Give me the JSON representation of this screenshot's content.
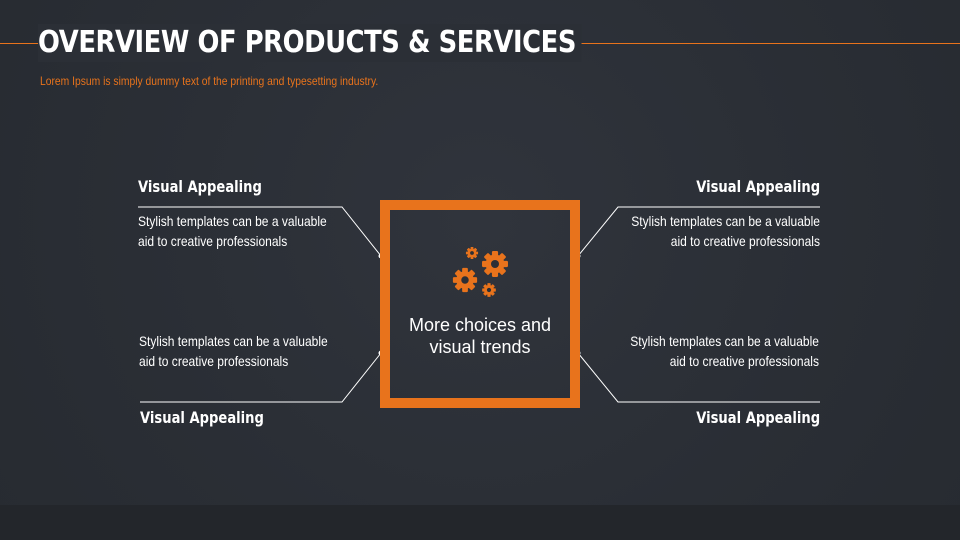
{
  "slide": {
    "title": "OVERVIEW OF PRODUCTS  & SERVICES",
    "subtitle": "Lorem Ipsum is simply dummy text of the printing and typesetting industry."
  },
  "center": {
    "icon": "gears-icon",
    "text_line1": "More choices and",
    "text_line2": "visual trends"
  },
  "items": {
    "top_left": {
      "heading": "Visual  Appealing",
      "line1": "Stylish templates can be a valuable",
      "line2": "aid to creative professionals"
    },
    "top_right": {
      "heading": "Visual  Appealing",
      "line1": "Stylish templates can be a valuable",
      "line2": "aid to creative professionals"
    },
    "bottom_left": {
      "heading": "Visual  Appealing",
      "line1": "Stylish templates can be a valuable",
      "line2": "aid to creative professionals"
    },
    "bottom_right": {
      "heading": "Visual  Appealing",
      "line1": "Stylish templates can be a valuable",
      "line2": "aid to creative professionals"
    }
  },
  "colors": {
    "accent": "#e8731c",
    "background": "#2b2f36",
    "text": "#ffffff"
  }
}
